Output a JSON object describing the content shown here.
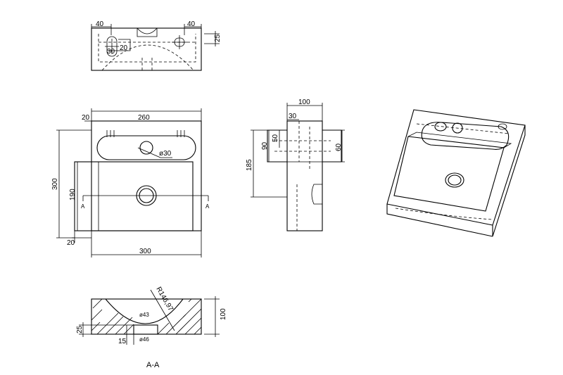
{
  "views": {
    "top": {
      "dims": [
        "40",
        "40",
        "25",
        "20",
        "30"
      ]
    },
    "front": {
      "dims": [
        "20",
        "260",
        "300",
        "190",
        "20",
        "300",
        "ø30",
        "A",
        "A"
      ]
    },
    "side": {
      "dims": [
        "100",
        "30",
        "90",
        "50",
        "185",
        "60"
      ]
    },
    "section": {
      "dims": [
        "R146,97",
        "100",
        "25",
        "15",
        "ø43",
        "ø46"
      ],
      "label": "A-A"
    }
  }
}
